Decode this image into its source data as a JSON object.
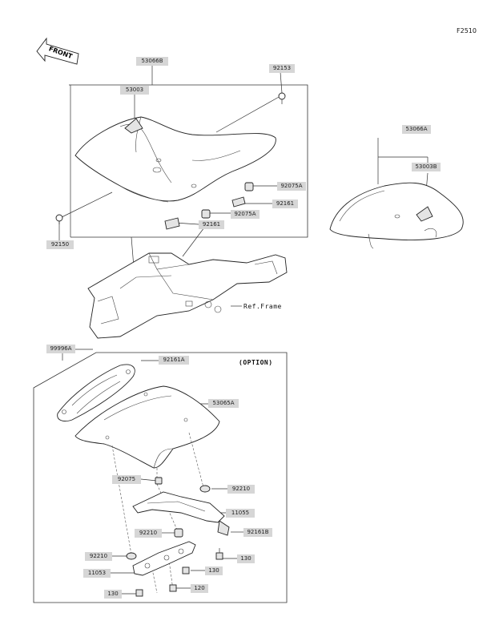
{
  "page_code": "F2510",
  "front_arrow": "FRONT",
  "ref_frame": "Ref.Frame",
  "option_tag": "(OPTION)",
  "callouts": {
    "assembly_seat": "53066B",
    "seat_pad": "53003",
    "bolt_top": "92153",
    "damper_a": "92075A",
    "clip_right": "92161",
    "damper_lower": "92075A",
    "clip_center": "92161",
    "bolt_left": "92150",
    "pillion_assembly": "53066A",
    "pillion_pad": "53003B",
    "option_kit": "99996A",
    "option_cover_clip": "92161A",
    "option_cover": "53065A",
    "damper_option": "92075",
    "collar_right": "92210",
    "bracket_upper": "11055",
    "clip_bracket": "92161B",
    "collar_center": "92210",
    "collar_left": "92210",
    "bracket_lower": "11053",
    "bolt_130_right": "130",
    "bolt_130_center": "130",
    "bolt_120": "120",
    "bolt_130_left": "130"
  }
}
